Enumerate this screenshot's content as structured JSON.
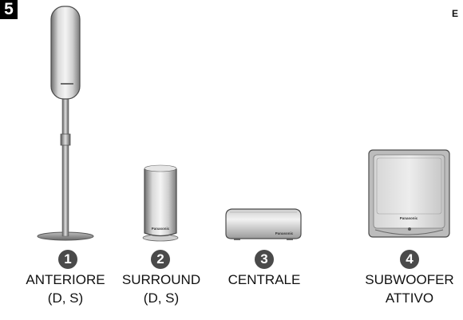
{
  "step_number": "5",
  "corner_mark": "E",
  "brand": "Panasonic",
  "speakers": [
    {
      "number": "1",
      "name": "ANTERIORE",
      "sub": "(D, S)"
    },
    {
      "number": "2",
      "name": "SURROUND",
      "sub": "(D, S)"
    },
    {
      "number": "3",
      "name": "CENTRALE",
      "sub": ""
    },
    {
      "number": "4",
      "name": "SUBWOOFER",
      "sub": "ATTIVO"
    }
  ]
}
